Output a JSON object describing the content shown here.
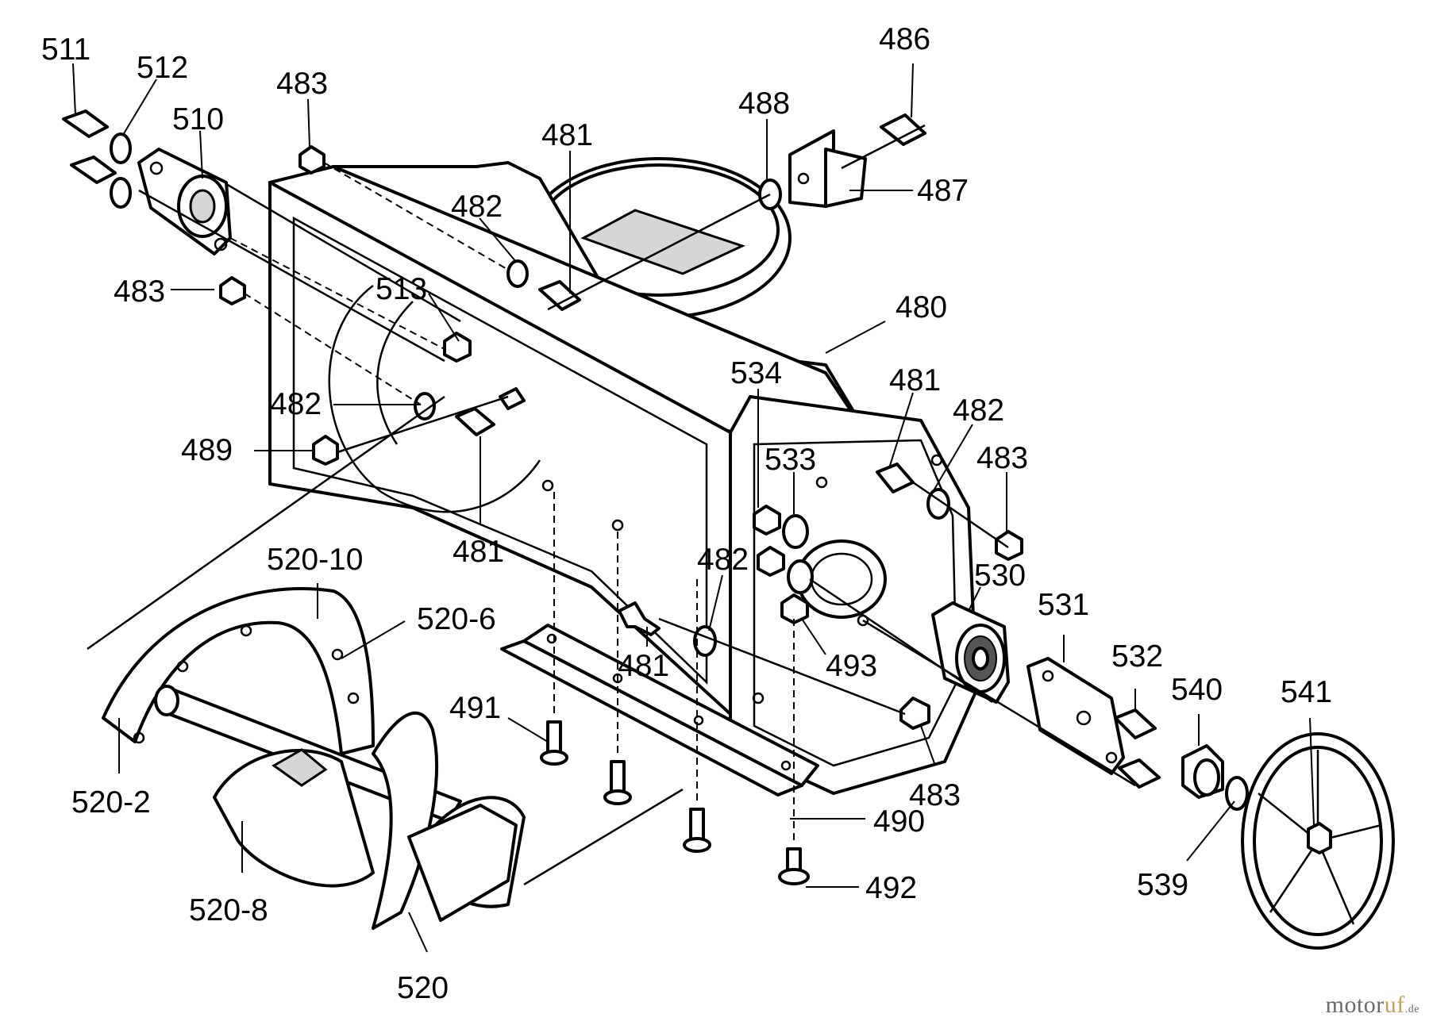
{
  "labels": {
    "l511": "511",
    "l512": "512",
    "l510": "510",
    "l483a": "483",
    "l481a": "481",
    "l482a": "482",
    "l488": "488",
    "l486": "486",
    "l487": "487",
    "l483b": "483",
    "l513": "513",
    "l480": "480",
    "l534": "534",
    "l481b": "481",
    "l482b": "482",
    "l482c": "482",
    "l489": "489",
    "l533": "533",
    "l483c": "483",
    "l481c": "481",
    "l520_10": "520-10",
    "l520_6": "520-6",
    "l482d": "482",
    "l530": "530",
    "l531": "531",
    "l481d": "481",
    "l493": "493",
    "l532": "532",
    "l540": "540",
    "l541": "541",
    "l491": "491",
    "l520_2": "520-2",
    "l483d": "483",
    "l490": "490",
    "l492": "492",
    "l539": "539",
    "l520_8": "520-8",
    "l520": "520"
  },
  "watermark": {
    "main": "motor",
    "accent": "uf",
    "suffix": ".de"
  }
}
